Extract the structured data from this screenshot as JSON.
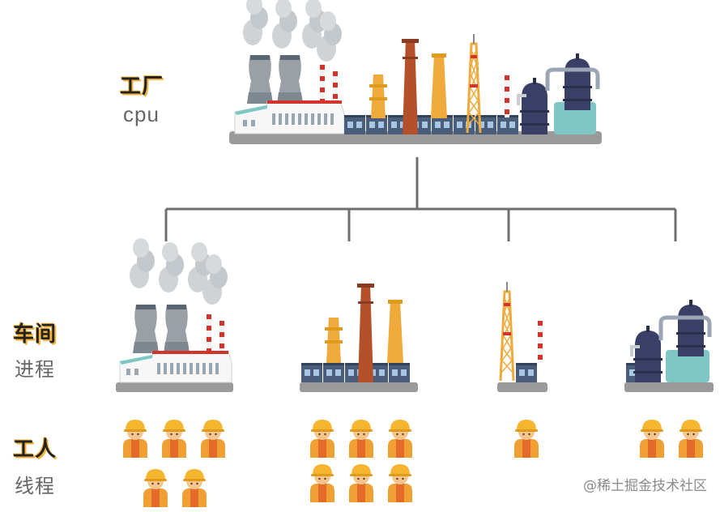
{
  "labels": {
    "factory": {
      "strong": "工厂",
      "sub": "cpu"
    },
    "workshop": {
      "strong": "车间",
      "sub": "进程"
    },
    "worker": {
      "strong": "工人",
      "sub": "线程"
    }
  },
  "watermark": "@稀土掘金技术社区",
  "workshops": [
    {
      "id": "power-plant",
      "workers": 5
    },
    {
      "id": "chimneys",
      "workers": 6
    },
    {
      "id": "tower",
      "workers": 1
    },
    {
      "id": "tanks",
      "workers": 2
    }
  ],
  "colors": {
    "accent": "#f3b23a",
    "connector": "#6f6f6f",
    "navy": "#3a3f66",
    "teal": "#7fc7c7",
    "brick": "#b4502a",
    "orange": "#f0a93b",
    "gray": "#9aa0a6",
    "slate": "#4a5d7a"
  }
}
